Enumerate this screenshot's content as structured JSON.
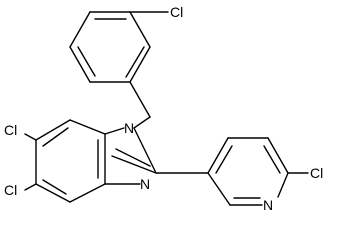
{
  "molecule": {
    "atoms": {
      "cl_benzyl": "Cl",
      "n1": "N",
      "cl6": "Cl",
      "cl5": "Cl",
      "n3": "N",
      "n_pyridine": "N",
      "cl_pyridine": "Cl"
    },
    "colors": {
      "line": "#000000",
      "background": "#ffffff"
    }
  }
}
